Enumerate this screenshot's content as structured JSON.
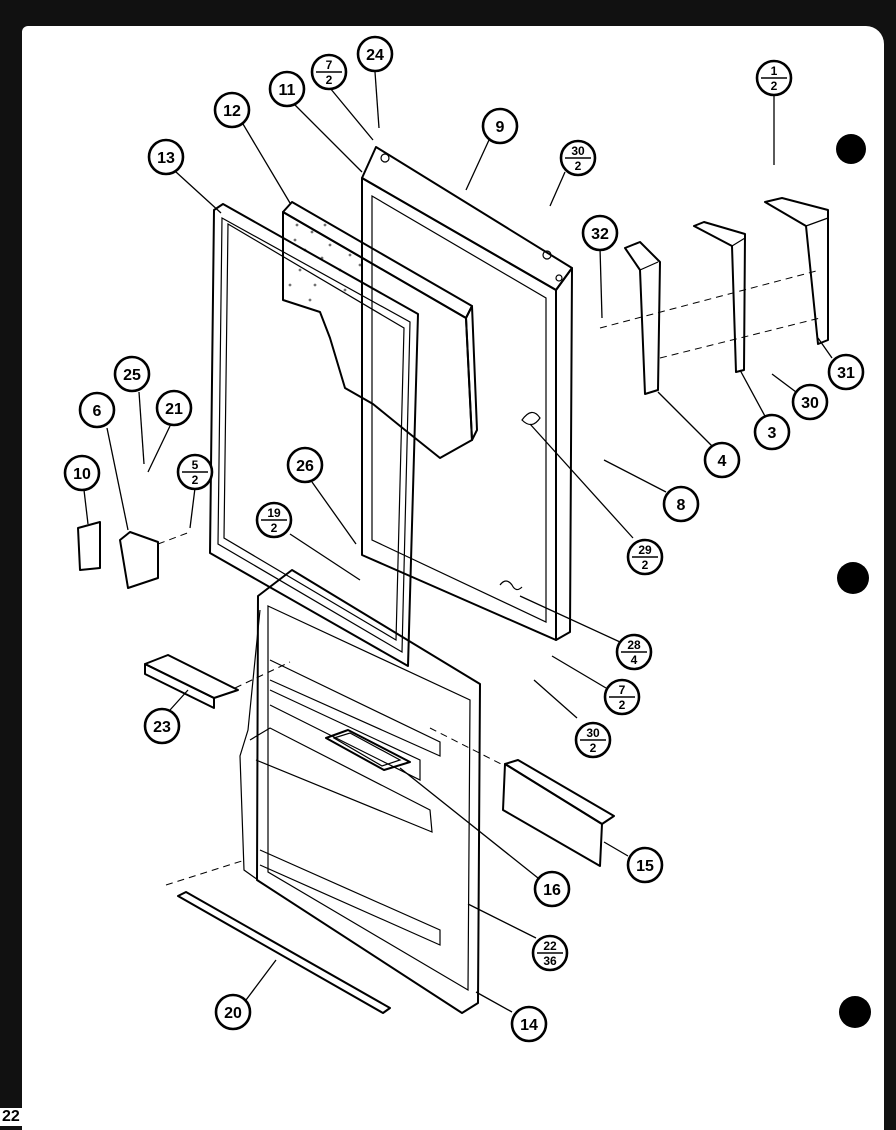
{
  "page_number": "22",
  "callouts": [
    {
      "id": "c24",
      "label": "24"
    },
    {
      "id": "c7-2-top",
      "num": "7",
      "den": "2"
    },
    {
      "id": "c11",
      "label": "11"
    },
    {
      "id": "c12",
      "label": "12"
    },
    {
      "id": "c9",
      "label": "9"
    },
    {
      "id": "c13",
      "label": "13"
    },
    {
      "id": "c30-2-top",
      "num": "30",
      "den": "2"
    },
    {
      "id": "c1-2",
      "num": "1",
      "den": "2"
    },
    {
      "id": "c32",
      "label": "32"
    },
    {
      "id": "c31",
      "label": "31"
    },
    {
      "id": "c30",
      "label": "30"
    },
    {
      "id": "c3",
      "label": "3"
    },
    {
      "id": "c4",
      "label": "4"
    },
    {
      "id": "c8",
      "label": "8"
    },
    {
      "id": "c25",
      "label": "25"
    },
    {
      "id": "c6",
      "label": "6"
    },
    {
      "id": "c21",
      "label": "21"
    },
    {
      "id": "c10",
      "label": "10"
    },
    {
      "id": "c5-2",
      "num": "5",
      "den": "2"
    },
    {
      "id": "c26",
      "label": "26"
    },
    {
      "id": "c19-2",
      "num": "19",
      "den": "2"
    },
    {
      "id": "c29-2",
      "num": "29",
      "den": "2"
    },
    {
      "id": "c28-4",
      "num": "28",
      "den": "4"
    },
    {
      "id": "c7-2-bottom",
      "num": "7",
      "den": "2"
    },
    {
      "id": "c30-2-bottom",
      "num": "30",
      "den": "2"
    },
    {
      "id": "c23",
      "label": "23"
    },
    {
      "id": "c15",
      "label": "15"
    },
    {
      "id": "c16",
      "label": "16"
    },
    {
      "id": "c22-36",
      "num": "22",
      "den": "36"
    },
    {
      "id": "c20",
      "label": "20"
    },
    {
      "id": "c14",
      "label": "14"
    }
  ]
}
